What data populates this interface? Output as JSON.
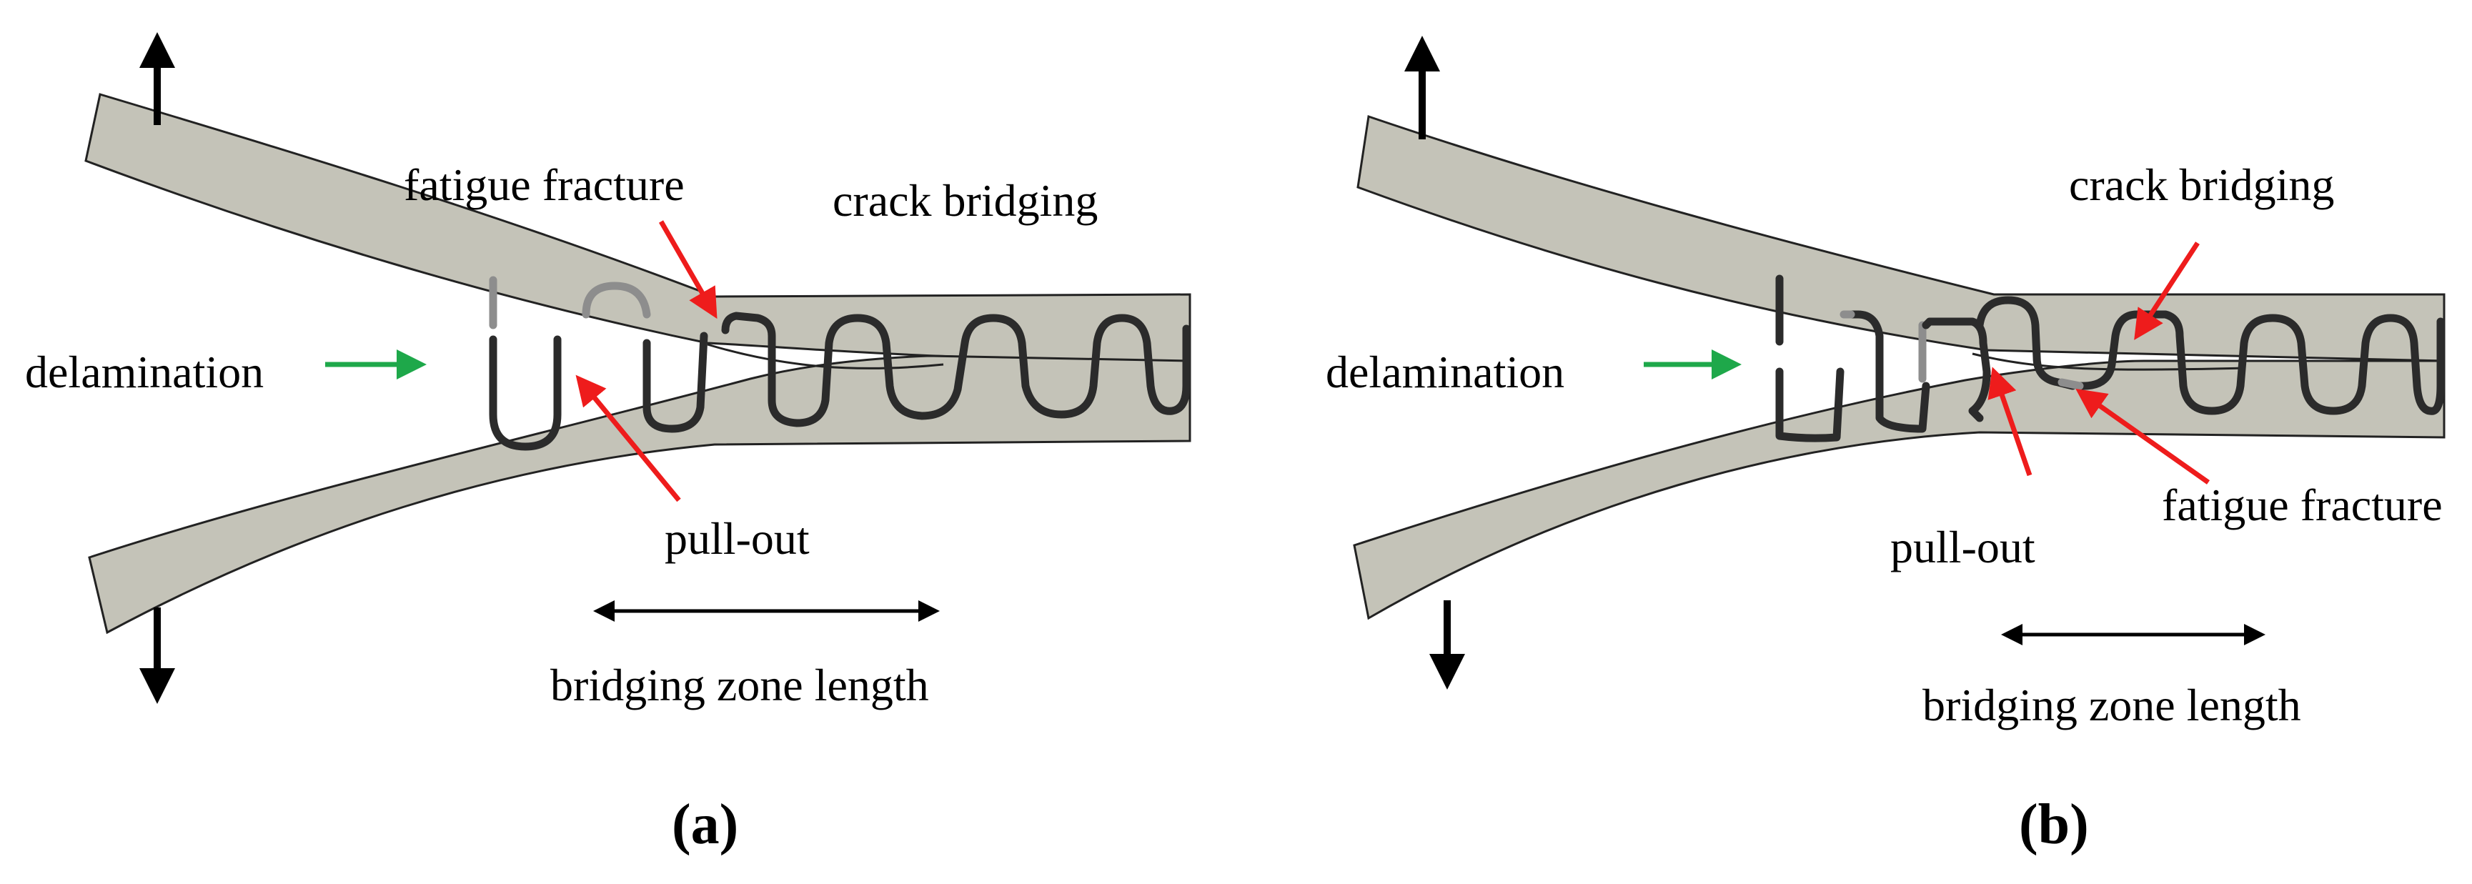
{
  "panel_a": {
    "caption": "(a)",
    "labels": {
      "fatigue_fracture": "fatigue fracture",
      "crack_bridging": "crack bridging",
      "delamination": "delamination",
      "pull_out": "pull-out",
      "bridging_zone_length": "bridging zone length"
    }
  },
  "panel_b": {
    "caption": "(b)",
    "labels": {
      "crack_bridging": "crack bridging",
      "delamination": "delamination",
      "fatigue_fracture": "fatigue fracture",
      "pull_out": "pull-out",
      "bridging_zone_length": "bridging zone length"
    }
  },
  "colors": {
    "composite": "#c4c3b8",
    "fiber": "#2b2b2b",
    "broken_fiber": "#8d8d8d",
    "annotation_arrow": "#ee1c1c",
    "delamination_arrow": "#1ea84a"
  }
}
